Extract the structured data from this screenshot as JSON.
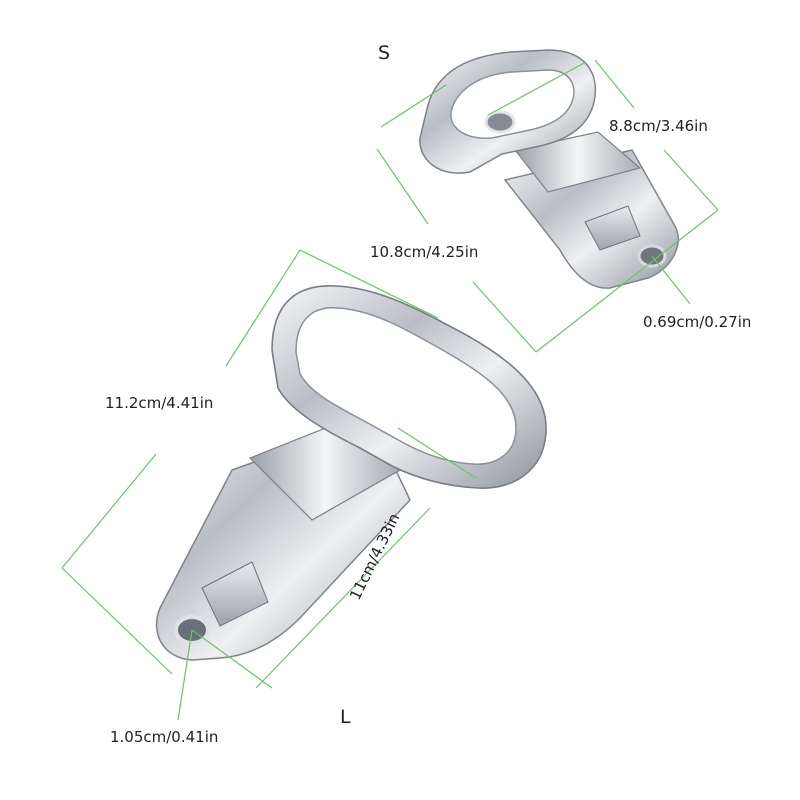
{
  "photo": {
    "size_labels": {
      "small": "S",
      "large": "L"
    },
    "dimensions": {
      "small_length": "8.8cm/3.46in",
      "small_width": "10.8cm/4.25in",
      "small_hole": "0.69cm/0.27in",
      "large_length": "11.2cm/4.41in",
      "large_width": "11cm/4.33in",
      "large_hole": "1.05cm/0.41in"
    },
    "colors": {
      "background": "#ffffff",
      "dimension_line": "#6cc46a",
      "metal": "#c9cdd2",
      "text": "#222222"
    }
  }
}
